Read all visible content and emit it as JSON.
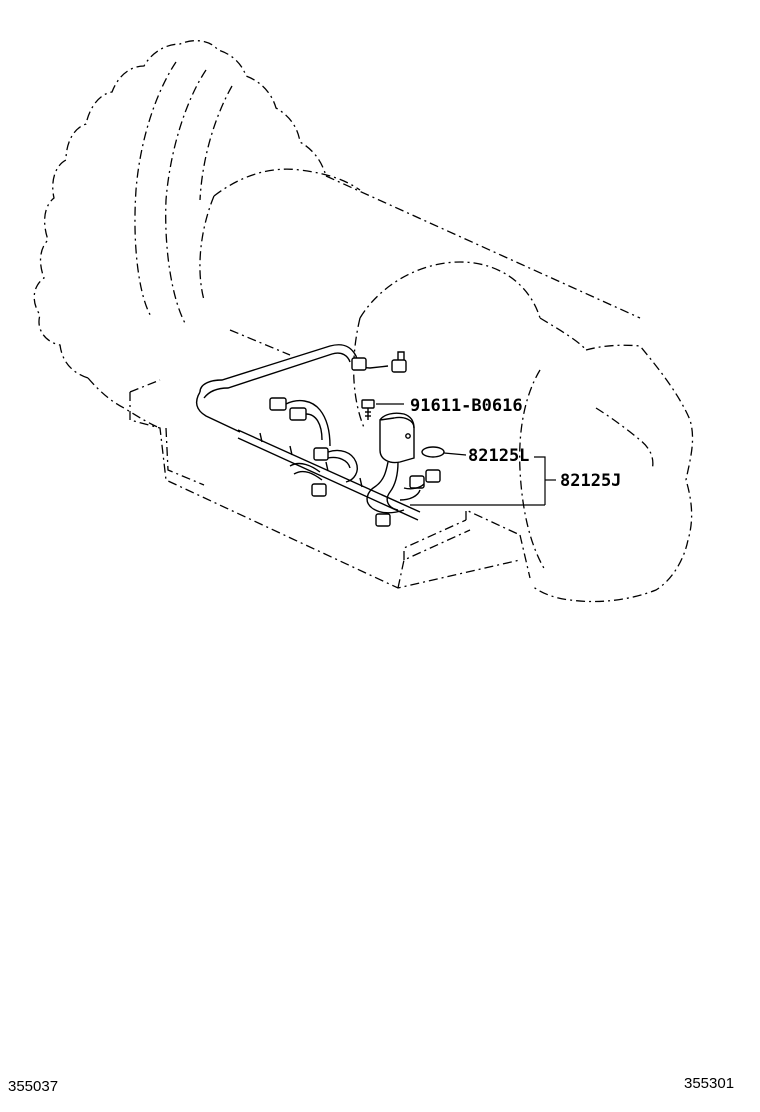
{
  "parts": {
    "bolt": "91611-B0616",
    "gasket": "82125L",
    "wire_harness": "82125J"
  },
  "reference": {
    "left": "355037",
    "right": "355301"
  }
}
